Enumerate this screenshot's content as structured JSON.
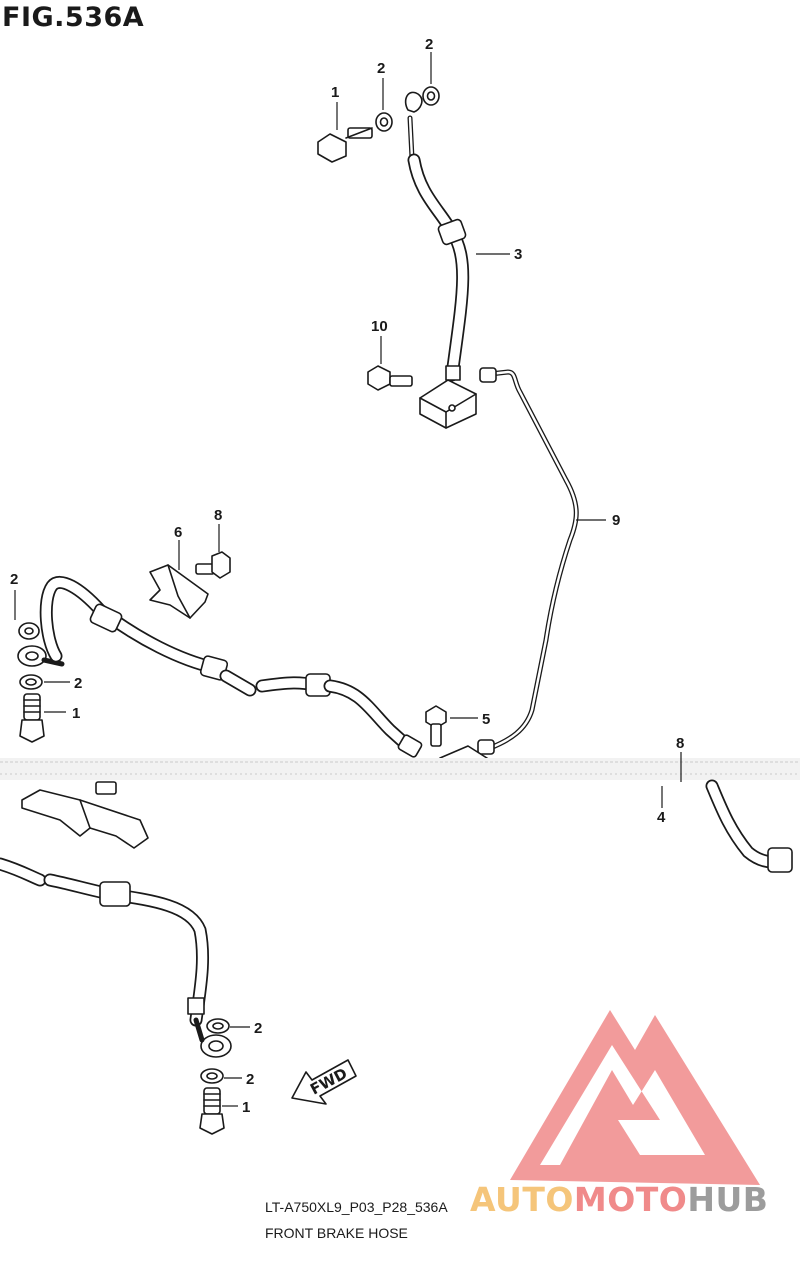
{
  "figure": {
    "title": "FIG.536A",
    "model_code": "LT-A750XL9_P03_P28_536A",
    "drawing_title": "FRONT BRAKE HOSE"
  },
  "direction_arrow": {
    "label": "FWD",
    "icon": "forward-arrow-icon"
  },
  "callouts": [
    "1",
    "2",
    "2",
    "10",
    "3",
    "9",
    "6",
    "8",
    "2",
    "2",
    "1",
    "5",
    "8",
    "4",
    "2",
    "2",
    "1"
  ],
  "watermark": {
    "word_a": "AUTO",
    "word_b": "MOTO",
    "word_c": "HUB",
    "icon": "triangle-logo-icon",
    "colors": {
      "auto": "#f5c57a",
      "moto": "#f08a8a",
      "hub": "#9c9c9c",
      "triangle": "#f08a8a"
    }
  }
}
